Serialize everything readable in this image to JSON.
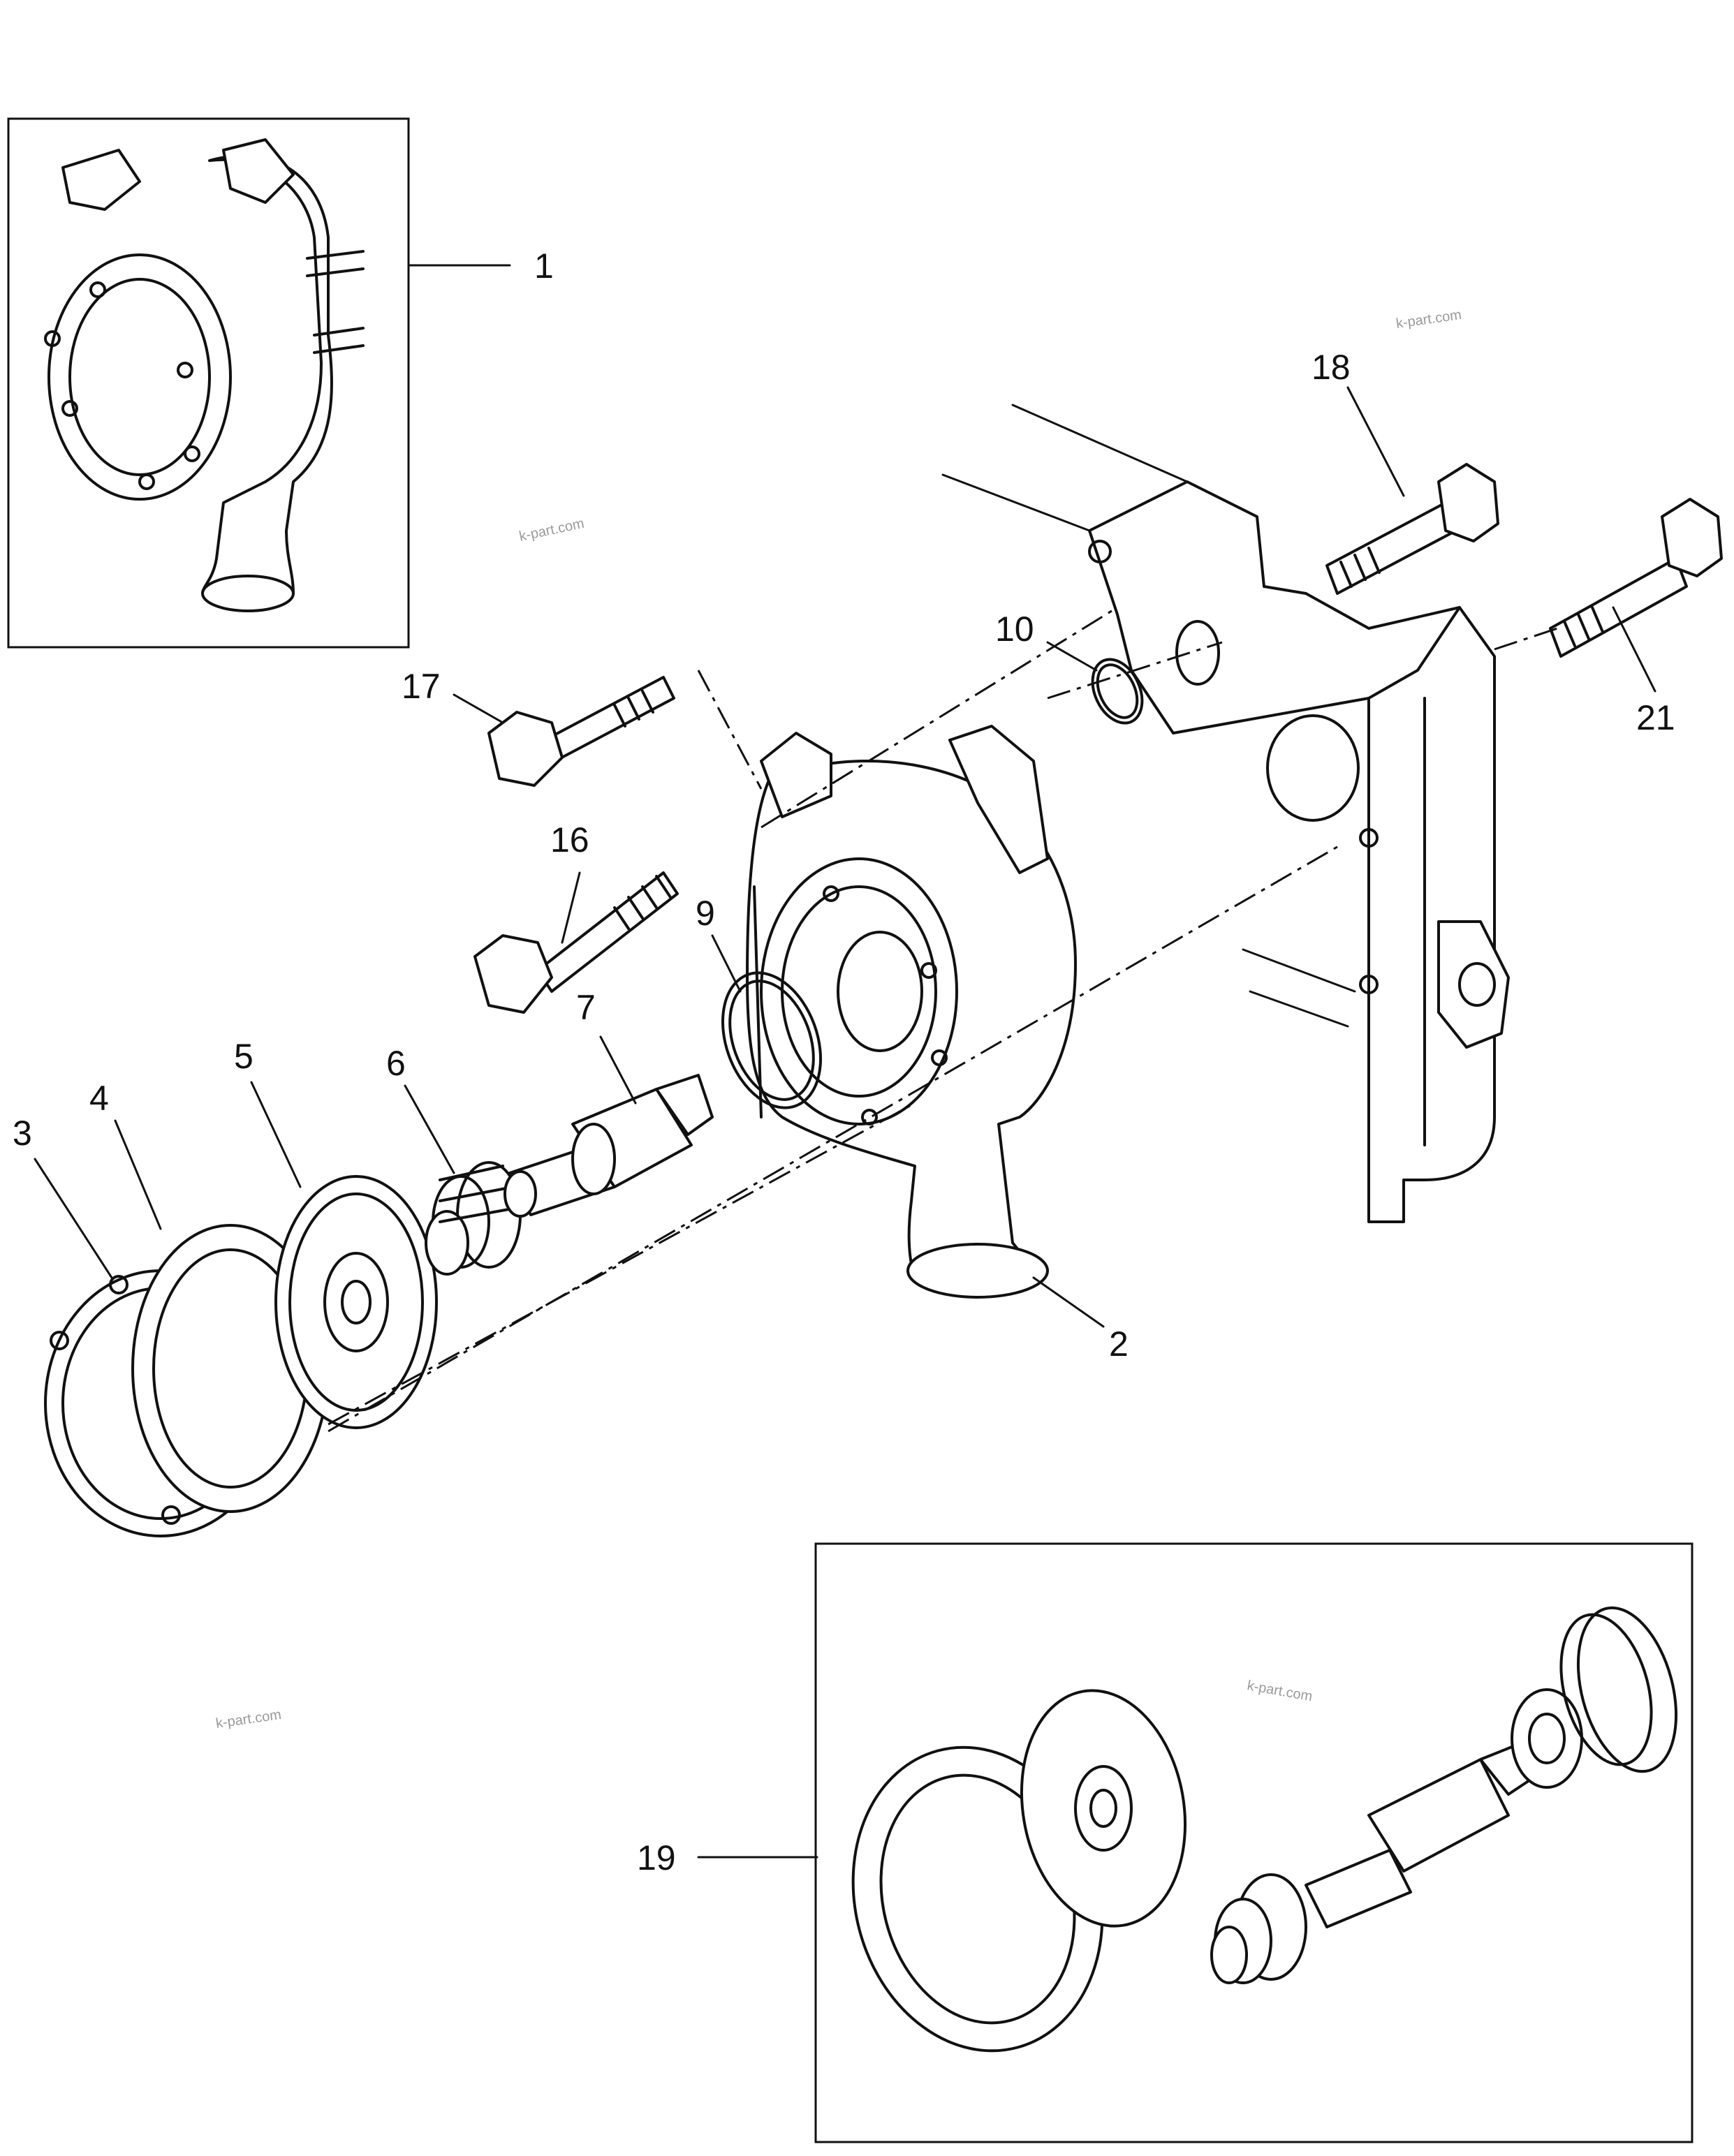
{
  "callouts": [
    {
      "id": "c1",
      "text": "1"
    },
    {
      "id": "c2",
      "text": "2"
    },
    {
      "id": "c3",
      "text": "3"
    },
    {
      "id": "c4",
      "text": "4"
    },
    {
      "id": "c5",
      "text": "5"
    },
    {
      "id": "c6",
      "text": "6"
    },
    {
      "id": "c7",
      "text": "7"
    },
    {
      "id": "c9",
      "text": "9"
    },
    {
      "id": "c10",
      "text": "10"
    },
    {
      "id": "c16",
      "text": "16"
    },
    {
      "id": "c17",
      "text": "17"
    },
    {
      "id": "c18",
      "text": "18"
    },
    {
      "id": "c19",
      "text": "19"
    },
    {
      "id": "c21",
      "text": "21"
    }
  ],
  "watermarks": [
    "k-part.com",
    "k-part.com",
    "k-part.com",
    "k-part.com"
  ]
}
